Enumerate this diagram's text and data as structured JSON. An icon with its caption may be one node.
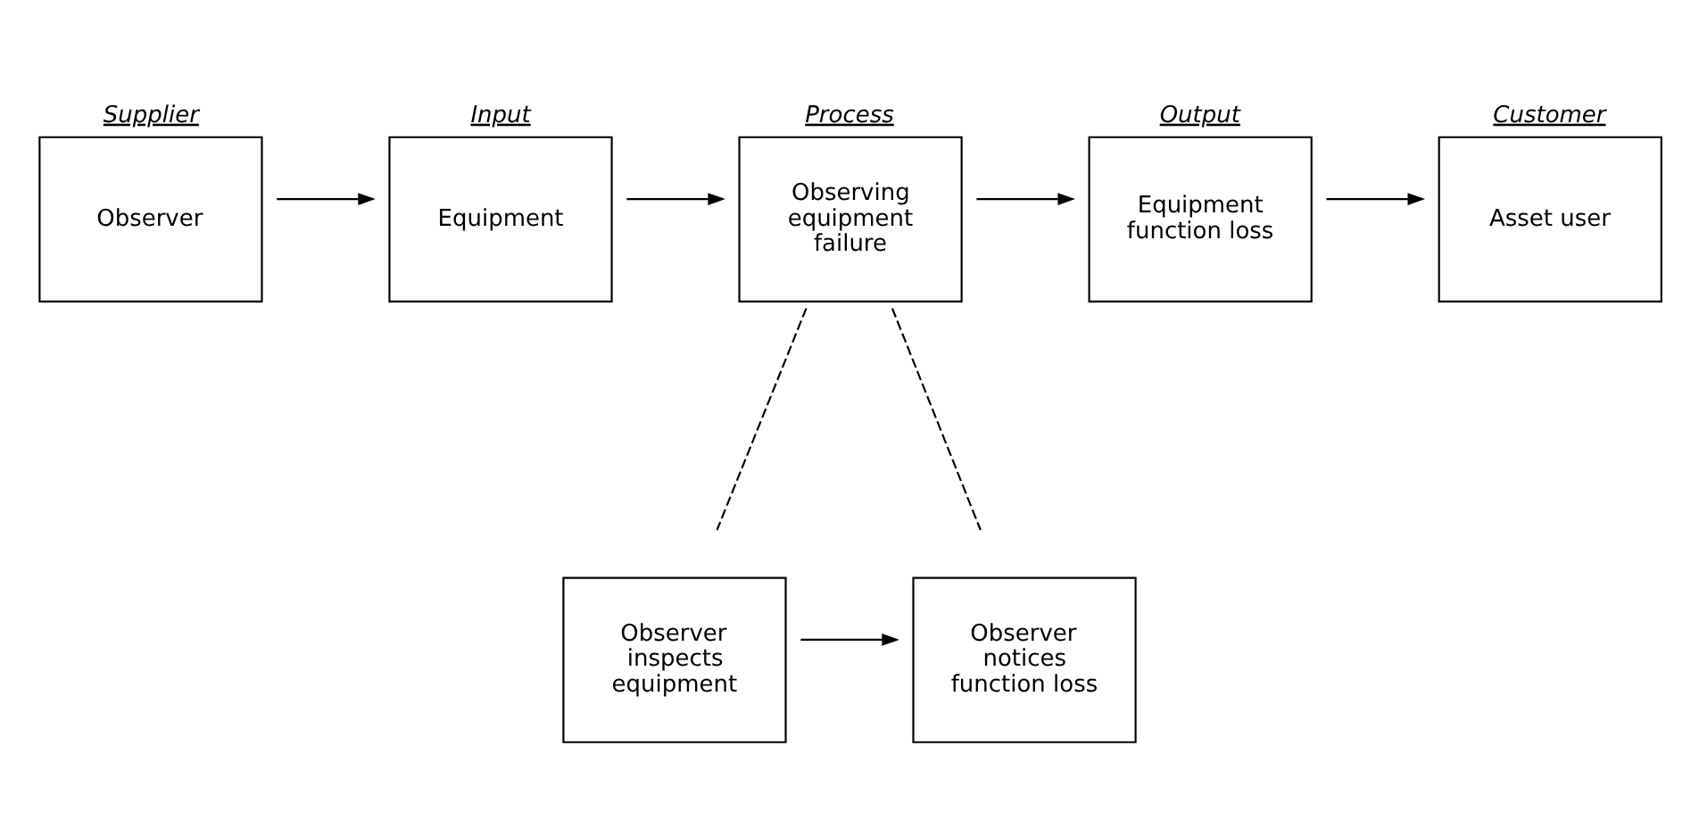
{
  "diagram": {
    "nodes": [
      {
        "text": [
          "Supplier",
          "Observer"
        ]
      },
      {
        "text": [
          "Input",
          "Equipment"
        ]
      },
      {
        "text": [
          "Process",
          "Observing equipment failure"
        ]
      },
      {
        "text": [
          "Output",
          "Equipment function loss"
        ]
      },
      {
        "text": [
          "Customer",
          "Asset user"
        ]
      },
      {
        "text": [
          "Observer inspects equipment"
        ]
      },
      {
        "text": [
          "Observer notices function loss"
        ]
      }
    ],
    "edges": [
      {
        "from": 0,
        "to": 1,
        "arrow": "to"
      },
      {
        "from": 1,
        "to": 2,
        "arrow": "to"
      },
      {
        "from": 2,
        "to": 3,
        "arrow": "to"
      },
      {
        "from": 3,
        "to": 4,
        "arrow": "to"
      },
      {
        "from": 2,
        "to": 5,
        "arrow": "none",
        "style": "dashed"
      },
      {
        "from": 2,
        "to": 6,
        "arrow": "none",
        "style": "dashed"
      },
      {
        "from": 5,
        "to": 6,
        "arrow": "to"
      }
    ]
  }
}
